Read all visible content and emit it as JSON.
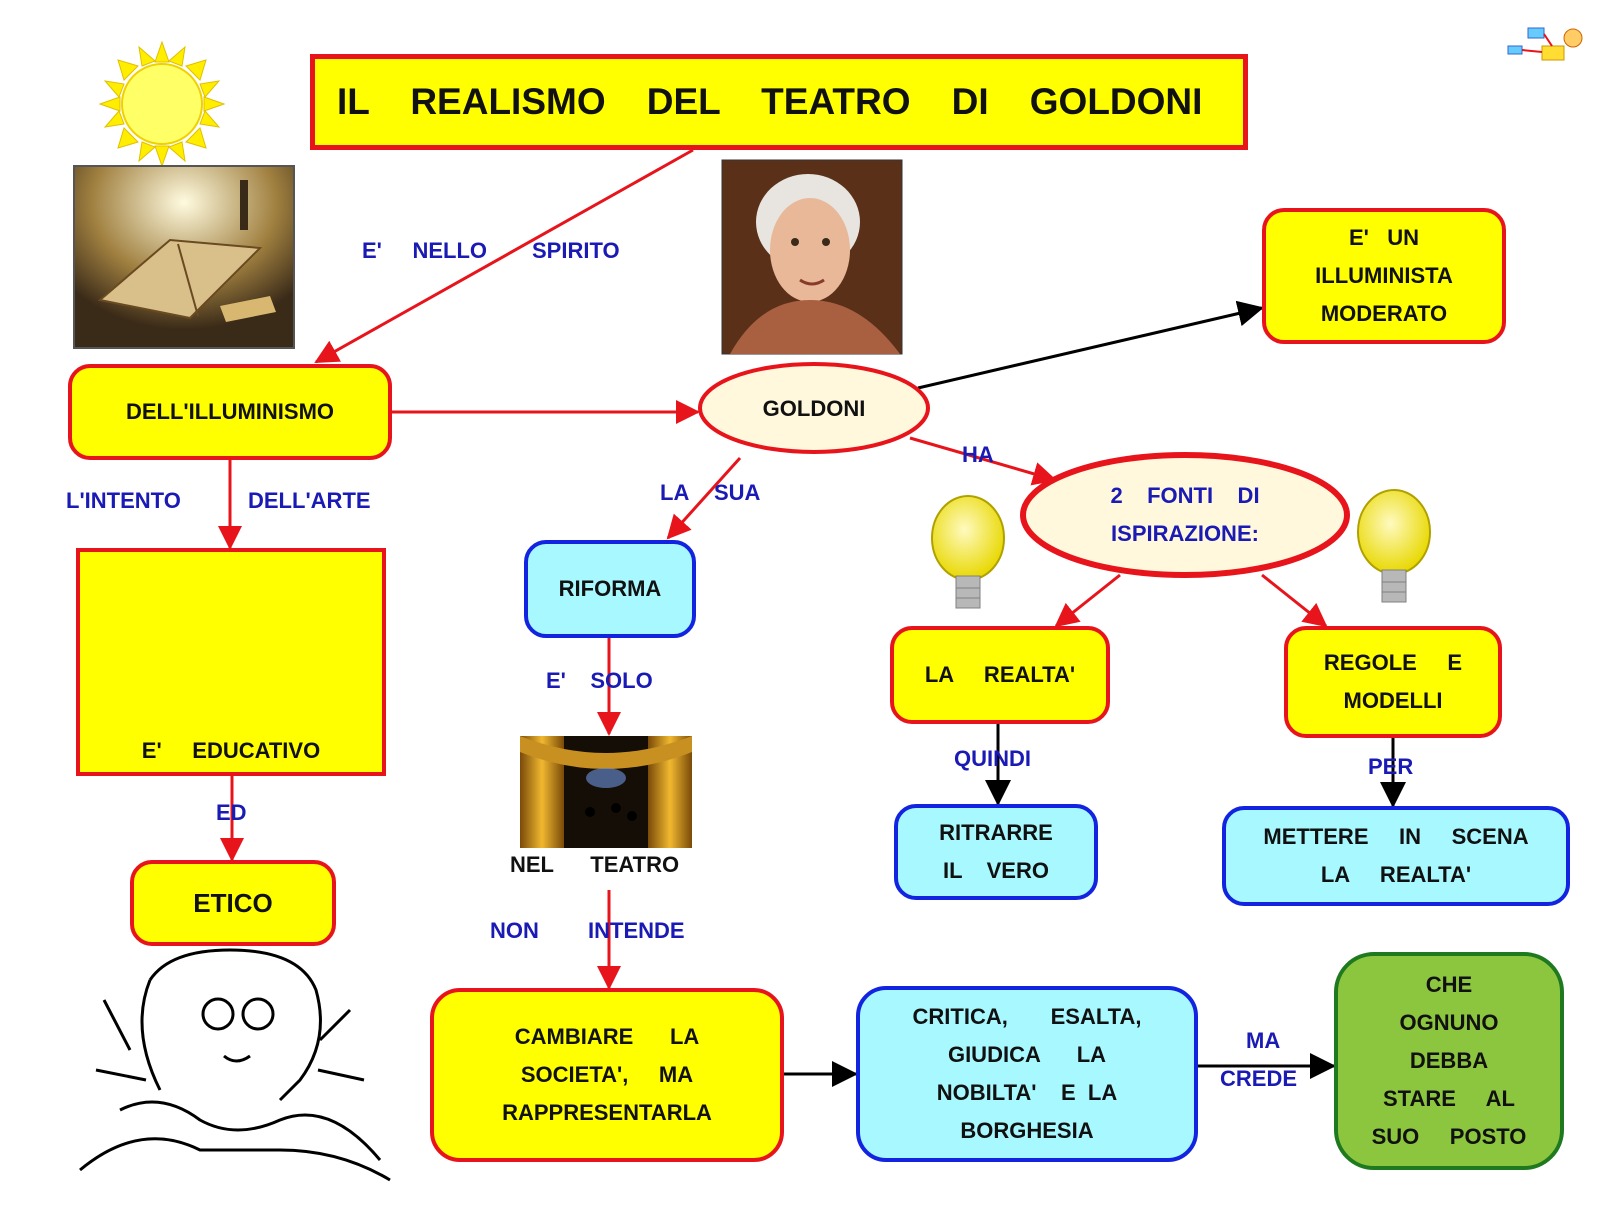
{
  "title": "IL    REALISMO    DEL    TEATRO    DI    GOLDONI",
  "nodes": {
    "illuminismo": "DELL'ILLUMINISMO",
    "goldoni": "GOLDONI",
    "illuminista": [
      "E'   UN",
      "ILLUMINISTA",
      "MODERATO"
    ],
    "fonti": [
      "2    FONTI    DI",
      "ISPIRAZIONE:"
    ],
    "riforma": "RIFORMA",
    "educativo": "E'     EDUCATIVO",
    "etico": "ETICO",
    "realta": "LA     REALTA'",
    "regole": [
      "REGOLE     E",
      "MODELLI"
    ],
    "ritrarre": [
      "RITRARRE",
      "IL    VERO"
    ],
    "mettere": [
      "METTERE     IN     SCENA",
      "LA     REALTA'"
    ],
    "teatro": "NEL      TEATRO",
    "cambiare": [
      "CAMBIARE      LA",
      "SOCIETA',     MA",
      "RAPPRESENTARLA"
    ],
    "critica": [
      "CRITICA,       ESALTA,",
      "GIUDICA      LA",
      "NOBILTA'    E  LA",
      "BORGHESIA"
    ],
    "che": [
      "CHE",
      "OGNUNO",
      "DEBBA",
      "STARE     AL",
      "SUO     POSTO"
    ]
  },
  "labels": {
    "e_nello": "E'     NELLO",
    "spirito": "SPIRITO",
    "intento": "L'INTENTO",
    "arte": "DELL'ARTE",
    "ed": "ED",
    "la": "LA",
    "sua": "SUA",
    "ha": "HA",
    "e_solo": "E'    SOLO",
    "quindi": "QUINDI",
    "per": "PER",
    "non": "NON",
    "intende": "INTENDE",
    "ma": "MA",
    "crede": "CREDE"
  },
  "icons": [
    "sun-icon",
    "book-icon",
    "portrait-icon",
    "teacher-icon",
    "lightbulb-icon",
    "stage-icon",
    "thinker-icon",
    "logo-icon"
  ],
  "colors": {
    "yellow": "#ffff00",
    "red": "#e8141c",
    "cyan": "#a8f8ff",
    "blue": "#1224e0",
    "green": "#8cc63e",
    "label_blue": "#1a1ab4",
    "ellipse_fill": "#fff8dc"
  }
}
